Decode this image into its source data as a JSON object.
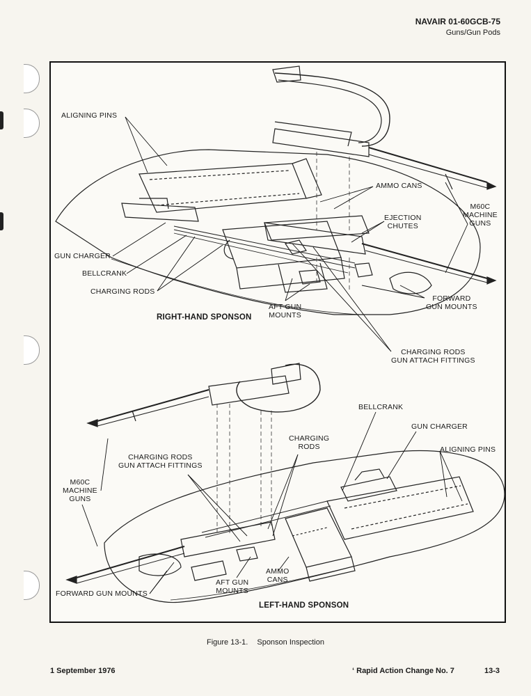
{
  "header": {
    "doc_id": "NAVAIR 01-60GCB-75",
    "section": "Guns/Gun Pods"
  },
  "figure": {
    "number": "Figure 13-1.",
    "title": "Sponson Inspection",
    "rh_labels": {
      "aligning_pins": "ALIGNING PINS",
      "ammo_cans": "AMMO CANS",
      "ejection_1": "EJECTION",
      "ejection_2": "CHUTES",
      "m60c_1": "M60C",
      "m60c_2": "MACHINE",
      "m60c_3": "GUNS",
      "gun_charger": "GUN CHARGER",
      "bellcrank": "BELLCRANK",
      "charging_rods": "CHARGING RODS",
      "aft_gun_1": "AFT GUN",
      "aft_gun_2": "MOUNTS",
      "forward_1": "FORWARD",
      "forward_2": "GUN MOUNTS",
      "attach_1": "CHARGING RODS",
      "attach_2": "GUN ATTACH FITTINGS",
      "sponson": "RIGHT-HAND SPONSON"
    },
    "lh_labels": {
      "bellcrank": "BELLCRANK",
      "gun_charger": "GUN CHARGER",
      "charging_1": "CHARGING",
      "charging_2": "RODS",
      "aligning_pins": "ALIGNING PINS",
      "attach_1": "CHARGING RODS",
      "attach_2": "GUN ATTACH FITTINGS",
      "m60c_1": "M60C",
      "m60c_2": "MACHINE",
      "m60c_3": "GUNS",
      "ammo_1": "AMMO",
      "ammo_2": "CANS",
      "aft_gun_1": "AFT GUN",
      "aft_gun_2": "MOUNTS",
      "forward": "FORWARD GUN MOUNTS",
      "sponson": "LEFT-HAND SPONSON"
    }
  },
  "footer": {
    "date": "1 September 1976",
    "change": "Rapid Action Change No. 7",
    "page": "13-3"
  }
}
